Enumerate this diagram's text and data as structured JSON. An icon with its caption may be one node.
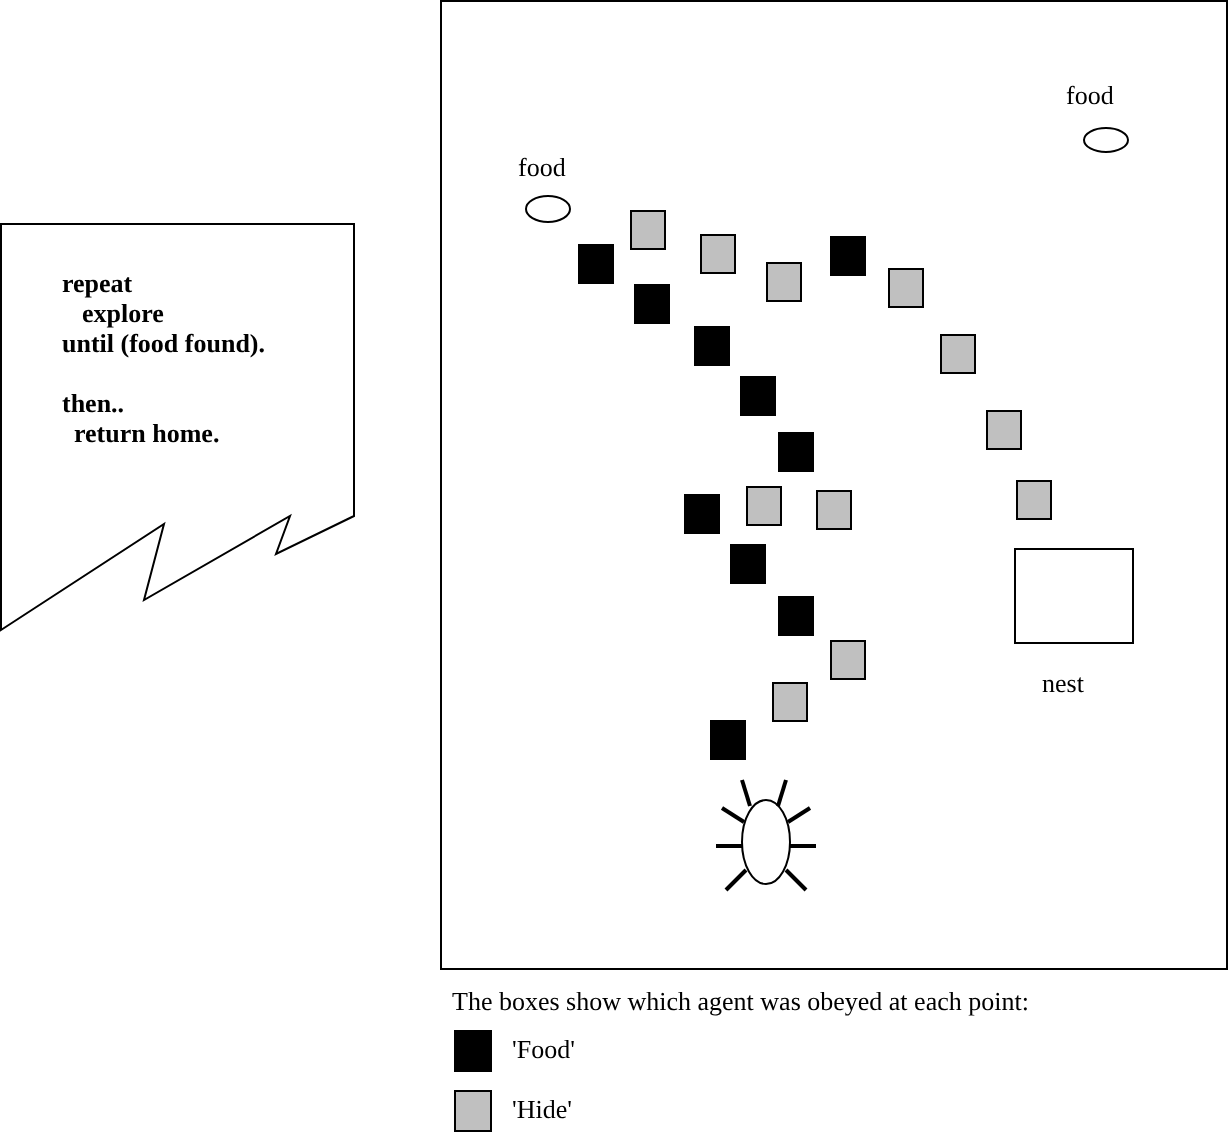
{
  "diagram": {
    "nodes": [
      {
        "text": [
          "repeat",
          "explore",
          "until (food found).",
          "then..",
          "return home."
        ]
      },
      {
        "text": [],
        "shape": "ellipse",
        "beside": [
          "food"
        ]
      },
      {
        "text": [],
        "shape": "ellipse",
        "beside": [
          "food"
        ]
      },
      {
        "text": [],
        "shape": "box",
        "beside": [
          "nest"
        ]
      }
    ],
    "edges": [],
    "labels": [
      "The boxes show which agent was obeyed at each point:"
    ],
    "legend": [
      {
        "text": "'Food'",
        "color": "#000000"
      },
      {
        "text": "'Hide'",
        "color": "#c0c0c0"
      }
    ]
  }
}
